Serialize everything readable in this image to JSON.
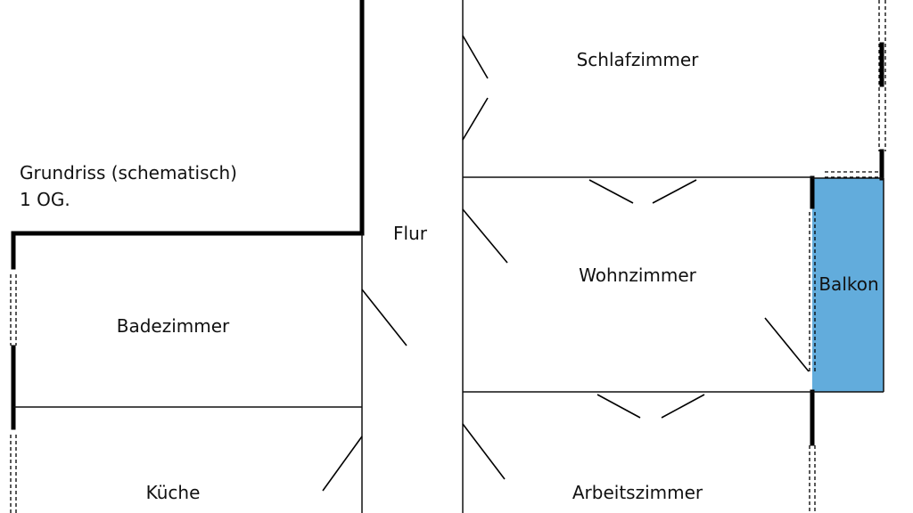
{
  "title": {
    "line1": "Grundriss (schematisch)",
    "line2": "1 OG."
  },
  "rooms": {
    "schlafzimmer": "Schlafzimmer",
    "flur": "Flur",
    "wohnzimmer": "Wohnzimmer",
    "balkon": "Balkon",
    "badezimmer": "Badezimmer",
    "kueche": "Küche",
    "arbeitszimmer": "Arbeitszimmer"
  },
  "colors": {
    "balcony_fill": "#62acdc",
    "wall": "#000000",
    "thin_wall": "#111111",
    "window_dash": "#000000"
  }
}
